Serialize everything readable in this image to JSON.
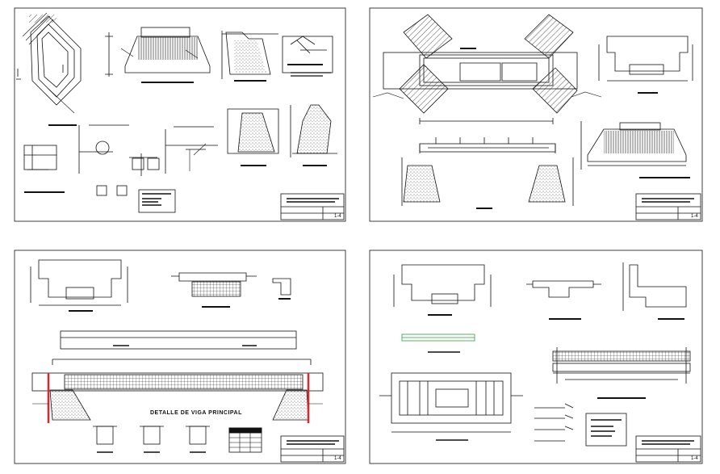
{
  "sheets": [
    {
      "id": "sheet-1",
      "number": "1-4"
    },
    {
      "id": "sheet-2",
      "number": "1-4"
    },
    {
      "id": "sheet-3",
      "number": "1-4",
      "label": "DETALLE DE VIGA PRINCIPAL"
    },
    {
      "id": "sheet-4",
      "number": "1-4"
    }
  ],
  "colors": {
    "line": "#111111",
    "accent_red": "#e0262a",
    "accent_green": "#2e9e3a",
    "background": "#ffffff"
  }
}
